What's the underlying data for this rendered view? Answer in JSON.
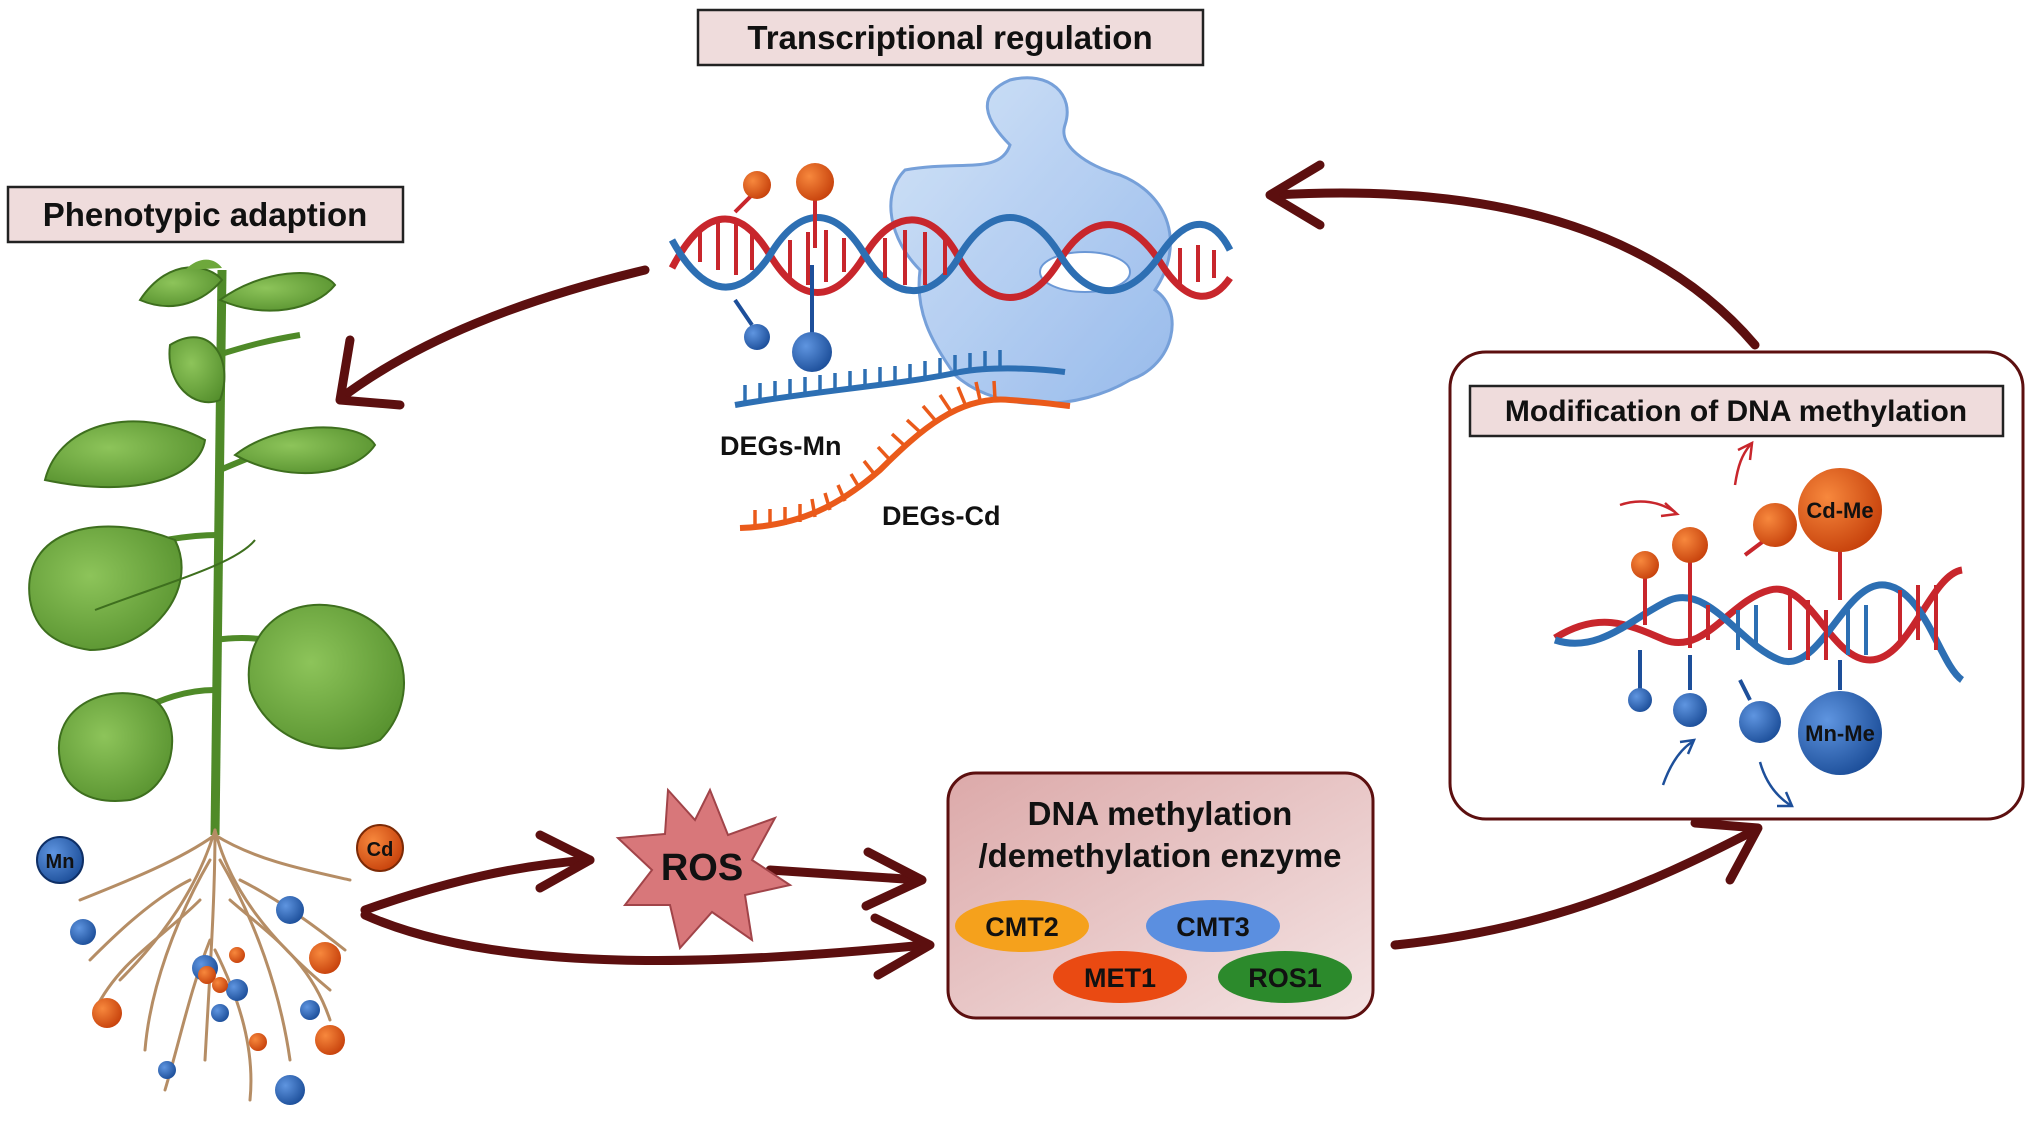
{
  "labels": {
    "transcriptional_regulation": "Transcriptional regulation",
    "phenotypic_adaption": "Phenotypic adaption",
    "modification_dna_methylation": "Modification of DNA methylation",
    "degs_mn": "DEGs-Mn",
    "degs_cd": "DEGs-Cd",
    "ros": "ROS",
    "enzyme_line1": "DNA methylation",
    "enzyme_line2": "/demethylation enzyme",
    "mn": "Mn",
    "cd": "Cd",
    "cd_me": "Cd-Me",
    "mn_me": "Mn-Me"
  },
  "enzymes": [
    {
      "name": "CMT2",
      "color": "#f5a11c"
    },
    {
      "name": "CMT3",
      "color": "#5b8fe0"
    },
    {
      "name": "MET1",
      "color": "#ea4a12"
    },
    {
      "name": "ROS1",
      "color": "#2c8a2c"
    }
  ],
  "colors": {
    "arrow": "#5c0f0f",
    "label_box_fill": "#efdcdc",
    "enzyme_box_fill": "#e3b5b5",
    "mn_blue": "#2f6fc2",
    "cd_orange": "#ea5a1a",
    "dna_red": "#c8262c",
    "dna_blue": "#2d6fb3",
    "ros_fill": "#d8777a",
    "plant_green": "#6ea83c"
  }
}
